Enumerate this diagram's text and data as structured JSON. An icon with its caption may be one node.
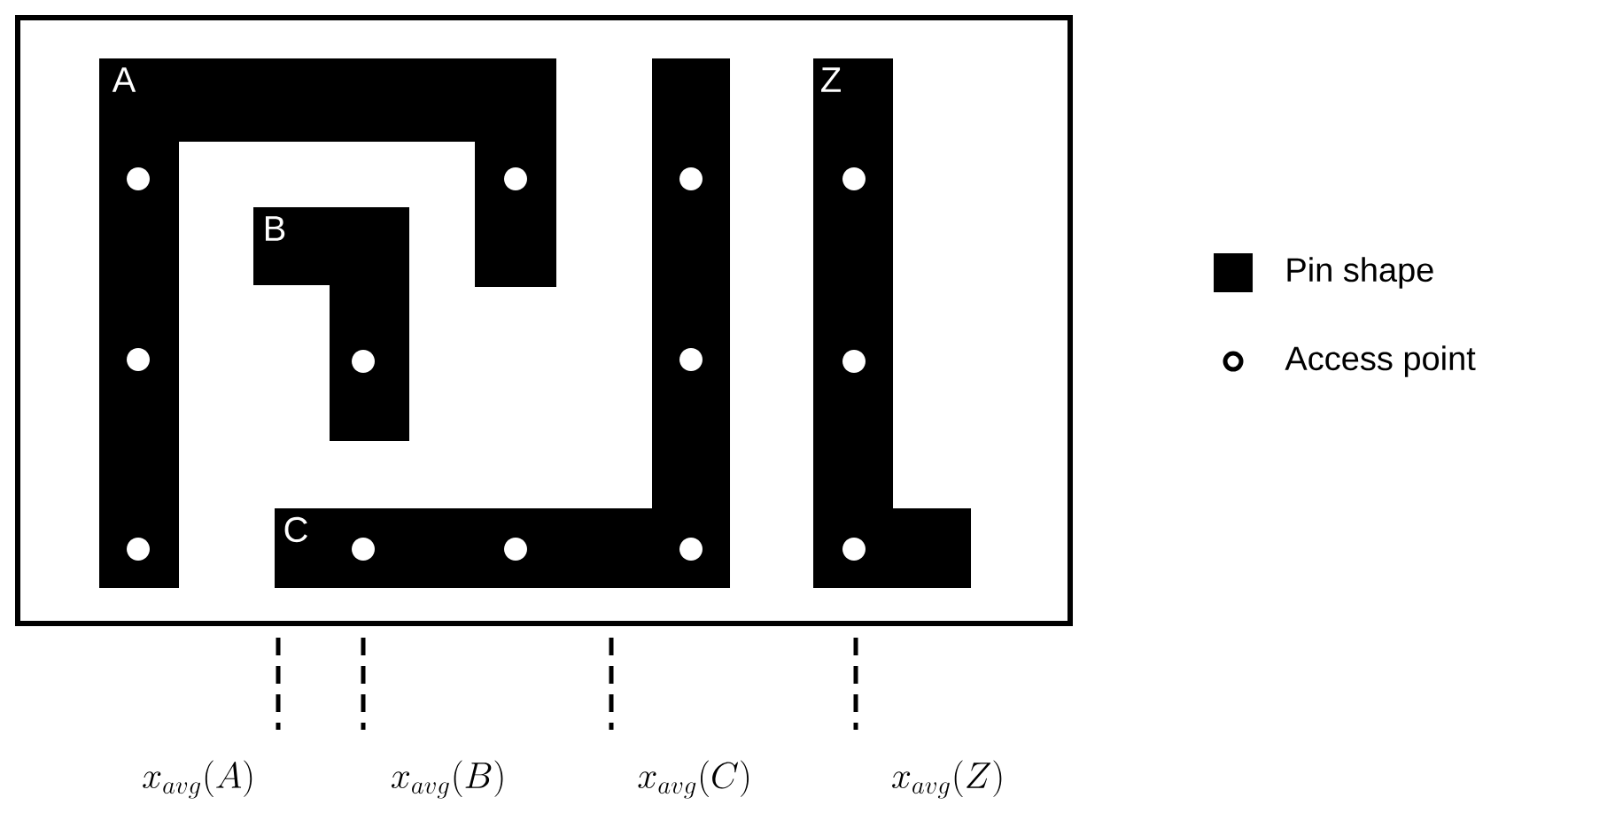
{
  "diagram": {
    "nodes": [
      {
        "text": [
          "A"
        ]
      },
      {
        "text": [
          "B"
        ]
      },
      {
        "text": [
          "C"
        ]
      },
      {
        "text": [
          "Z"
        ]
      }
    ],
    "labels": [
      "x_{avg}(A)",
      "x_{avg}(B)",
      "x_{avg}(C)",
      "x_{avg}(Z)"
    ],
    "legend": [
      {
        "text": "Pin shape",
        "color": "#000000"
      },
      {
        "text": "Access point"
      }
    ]
  }
}
